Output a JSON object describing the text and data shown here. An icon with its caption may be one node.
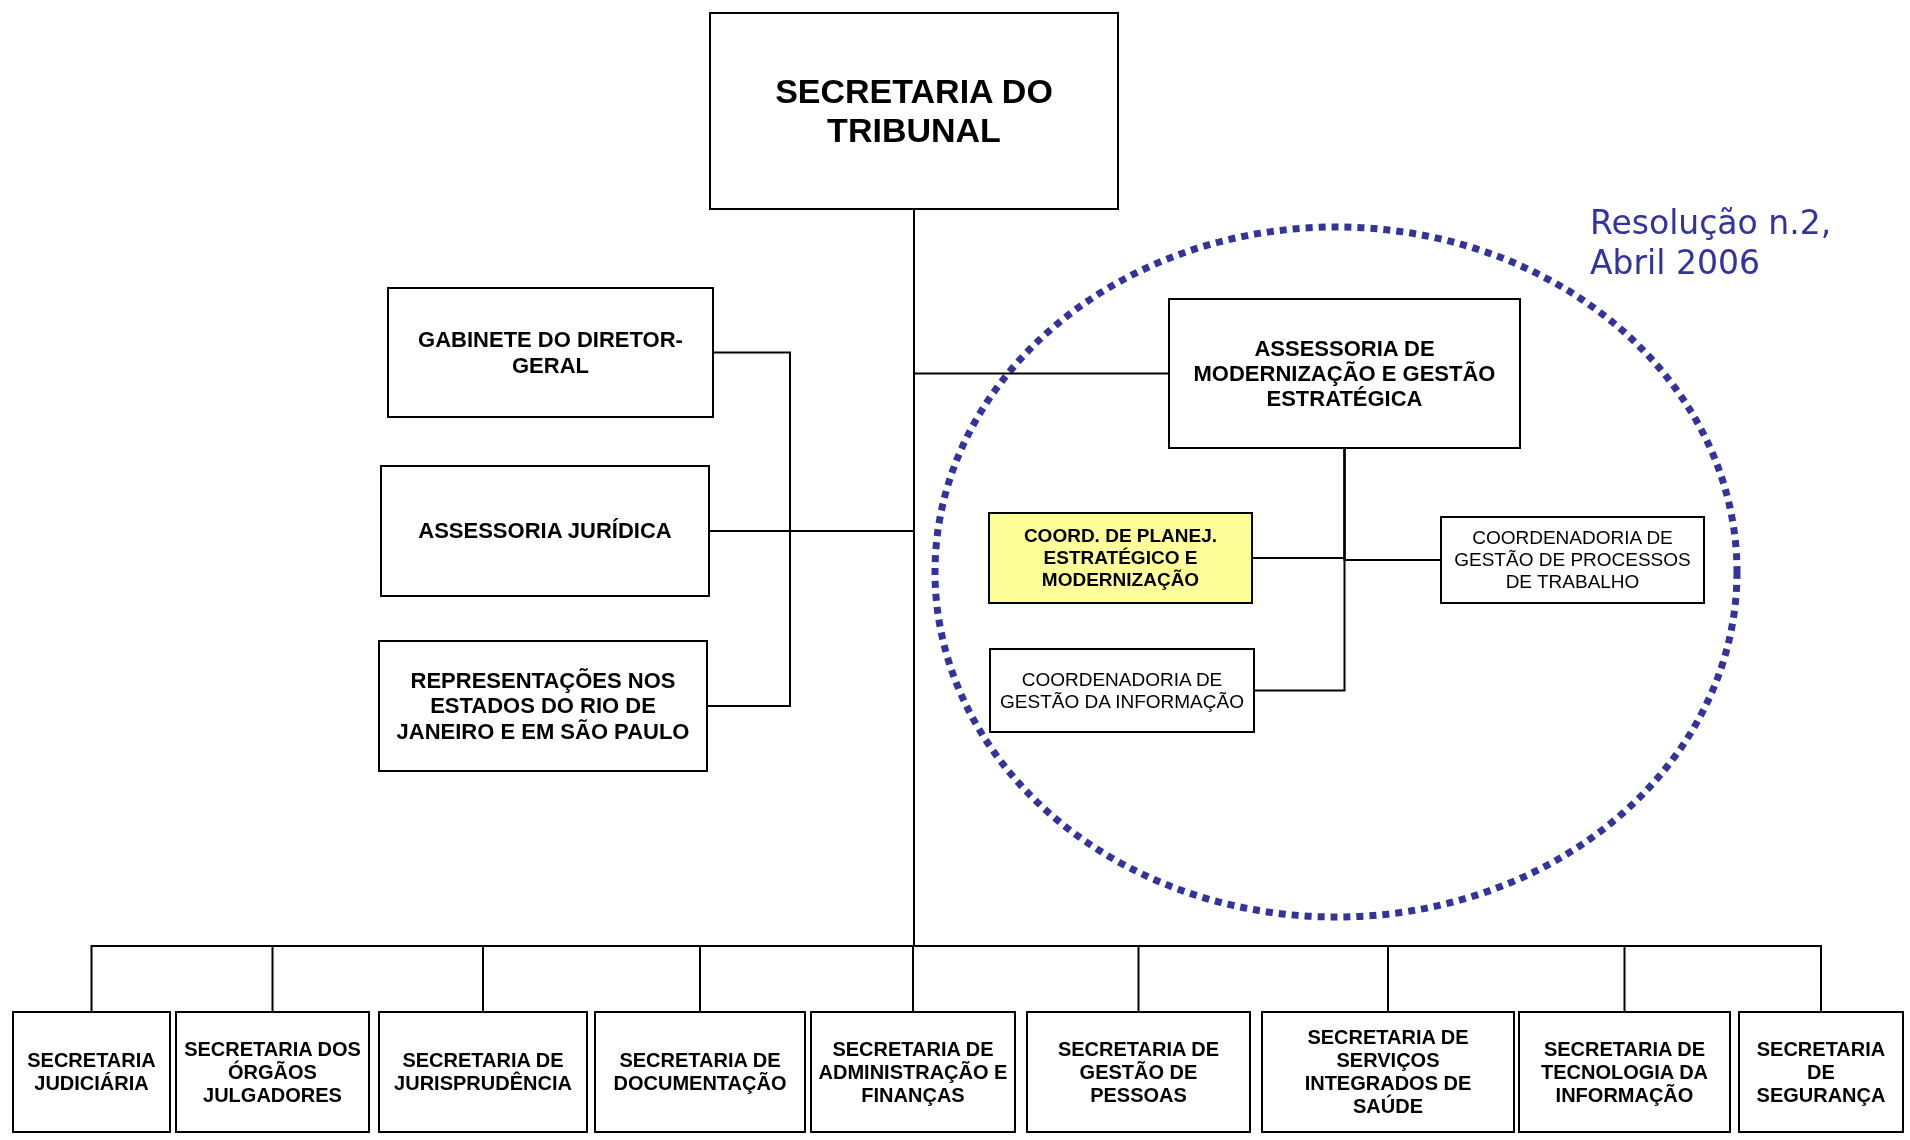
{
  "diagram": {
    "nodes": [
      {
        "text": [
          "SECRETARIA DO TRIBUNAL"
        ]
      },
      {
        "text": [
          "GABINETE DO DIRETOR-GERAL"
        ]
      },
      {
        "text": [
          "ASSESSORIA JURÍDICA"
        ]
      },
      {
        "text": [
          "REPRESENTAÇÕES NOS ESTADOS DO RIO DE JANEIRO E EM SÃO PAULO"
        ]
      },
      {
        "text": [
          "ASSESSORIA DE MODERNIZAÇÃO E GESTÃO ESTRATÉGICA"
        ]
      },
      {
        "text": [
          "COORD. DE PLANEJ. ESTRATÉGICO E MODERNIZAÇÃO"
        ]
      },
      {
        "text": [
          "COORDENADORIA DE GESTÃO DE PROCESSOS DE TRABALHO"
        ]
      },
      {
        "text": [
          "COORDENADORIA DE GESTÃO DA INFORMAÇÃO"
        ]
      },
      {
        "text": [
          "SECRETARIA JUDICIÁRIA"
        ]
      },
      {
        "text": [
          "SECRETARIA DOS ÓRGÃOS JULGADORES"
        ]
      },
      {
        "text": [
          "SECRETARIA DE JURISPRUDÊNCIA"
        ]
      },
      {
        "text": [
          "SECRETARIA DE DOCUMENTAÇÃO"
        ]
      },
      {
        "text": [
          "SECRETARIA DE ADMINISTRAÇÃO E FINANÇAS"
        ]
      },
      {
        "text": [
          "SECRETARIA DE GESTÃO DE PESSOAS"
        ]
      },
      {
        "text": [
          "SECRETARIA DE SERVIÇOS INTEGRADOS DE SAÚDE"
        ]
      },
      {
        "text": [
          "SECRETARIA DE TECNOLOGIA DA INFORMAÇÃO"
        ]
      },
      {
        "text": [
          "SECRETARIA DE SEGURANÇA"
        ]
      }
    ],
    "edges": [
      {
        "from": 0,
        "to": 1,
        "arrow": "none"
      },
      {
        "from": 0,
        "to": 2,
        "arrow": "none"
      },
      {
        "from": 0,
        "to": 3,
        "arrow": "none"
      },
      {
        "from": 0,
        "to": 4,
        "arrow": "none"
      },
      {
        "from": 4,
        "to": 5,
        "arrow": "none"
      },
      {
        "from": 4,
        "to": 6,
        "arrow": "none"
      },
      {
        "from": 4,
        "to": 7,
        "arrow": "none"
      },
      {
        "from": 0,
        "to": 8,
        "arrow": "none"
      },
      {
        "from": 0,
        "to": 9,
        "arrow": "none"
      },
      {
        "from": 0,
        "to": 10,
        "arrow": "none"
      },
      {
        "from": 0,
        "to": 11,
        "arrow": "none"
      },
      {
        "from": 0,
        "to": 12,
        "arrow": "none"
      },
      {
        "from": 0,
        "to": 13,
        "arrow": "none"
      },
      {
        "from": 0,
        "to": 14,
        "arrow": "none"
      },
      {
        "from": 0,
        "to": 15,
        "arrow": "none"
      },
      {
        "from": 0,
        "to": 16,
        "arrow": "none"
      }
    ],
    "labels": [
      "Resolução n.2, Abril 2006"
    ]
  }
}
